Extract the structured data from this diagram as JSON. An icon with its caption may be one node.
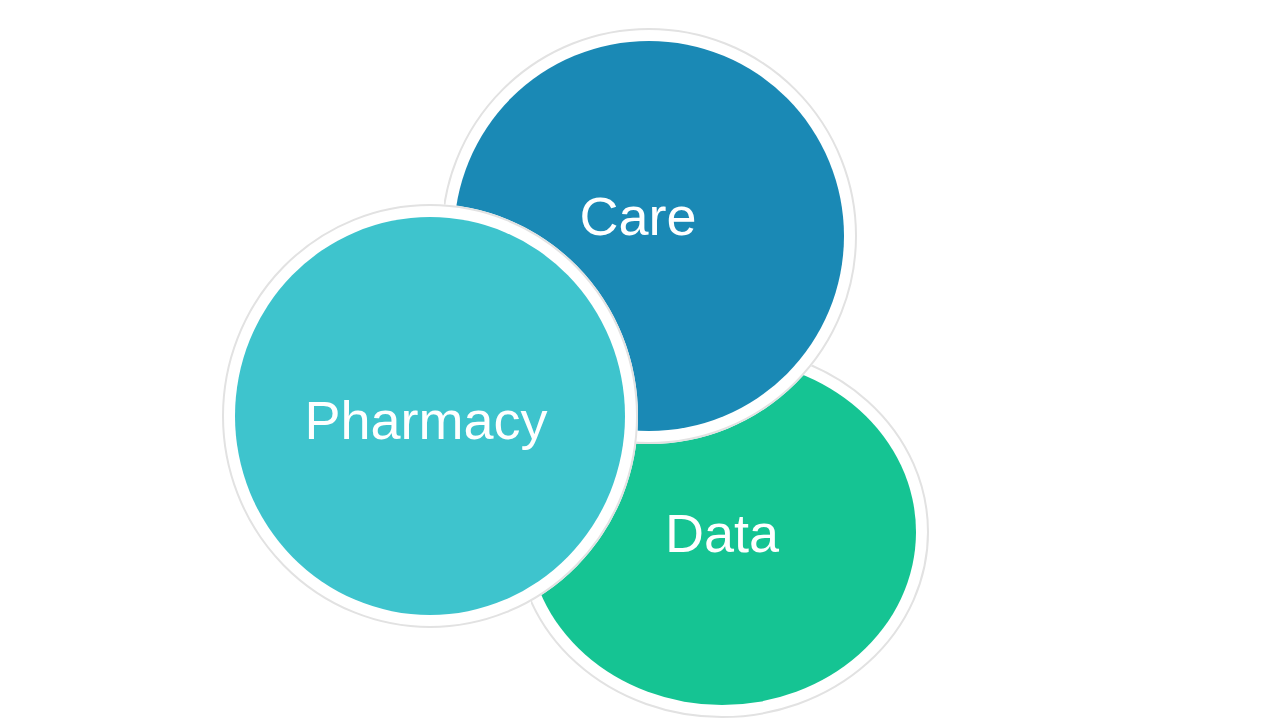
{
  "diagram": {
    "nodes": [
      {
        "text": [
          "Care"
        ]
      },
      {
        "text": [
          "Pharmacy"
        ]
      },
      {
        "text": [
          "Data"
        ]
      }
    ]
  }
}
